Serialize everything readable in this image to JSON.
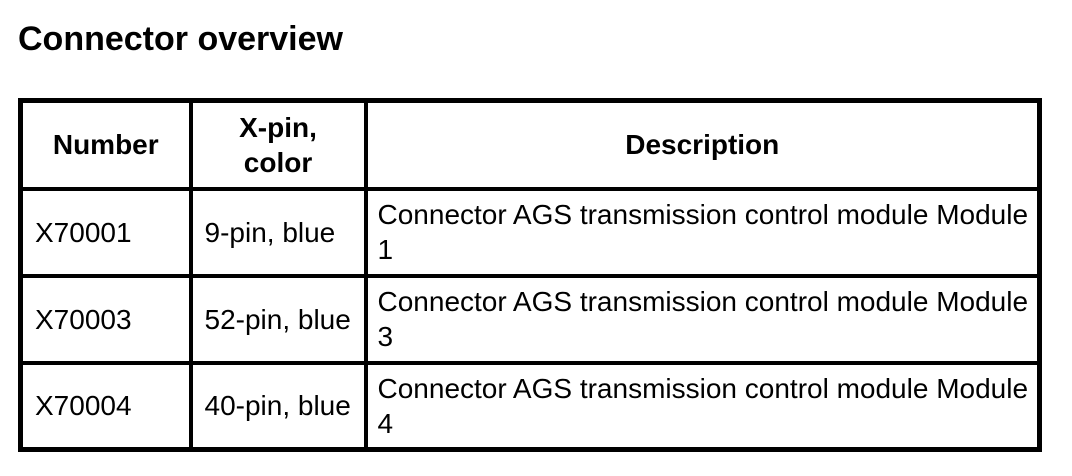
{
  "title": "Connector overview",
  "table": {
    "headers": {
      "number": "Number",
      "pin_color": "X-pin,\ncolor",
      "description": "Description"
    },
    "rows": [
      {
        "number": "X70001",
        "pin_color": "9-pin, blue",
        "description": "Connector AGS transmission control module Module 1"
      },
      {
        "number": "X70003",
        "pin_color": "52-pin, blue",
        "description": "Connector AGS transmission control module Module 3"
      },
      {
        "number": "X70004",
        "pin_color": "40-pin, blue",
        "description": "Connector AGS transmission control module Module 4"
      }
    ]
  },
  "colors": {
    "text": "#000000",
    "background": "#ffffff",
    "border": "#000000"
  }
}
